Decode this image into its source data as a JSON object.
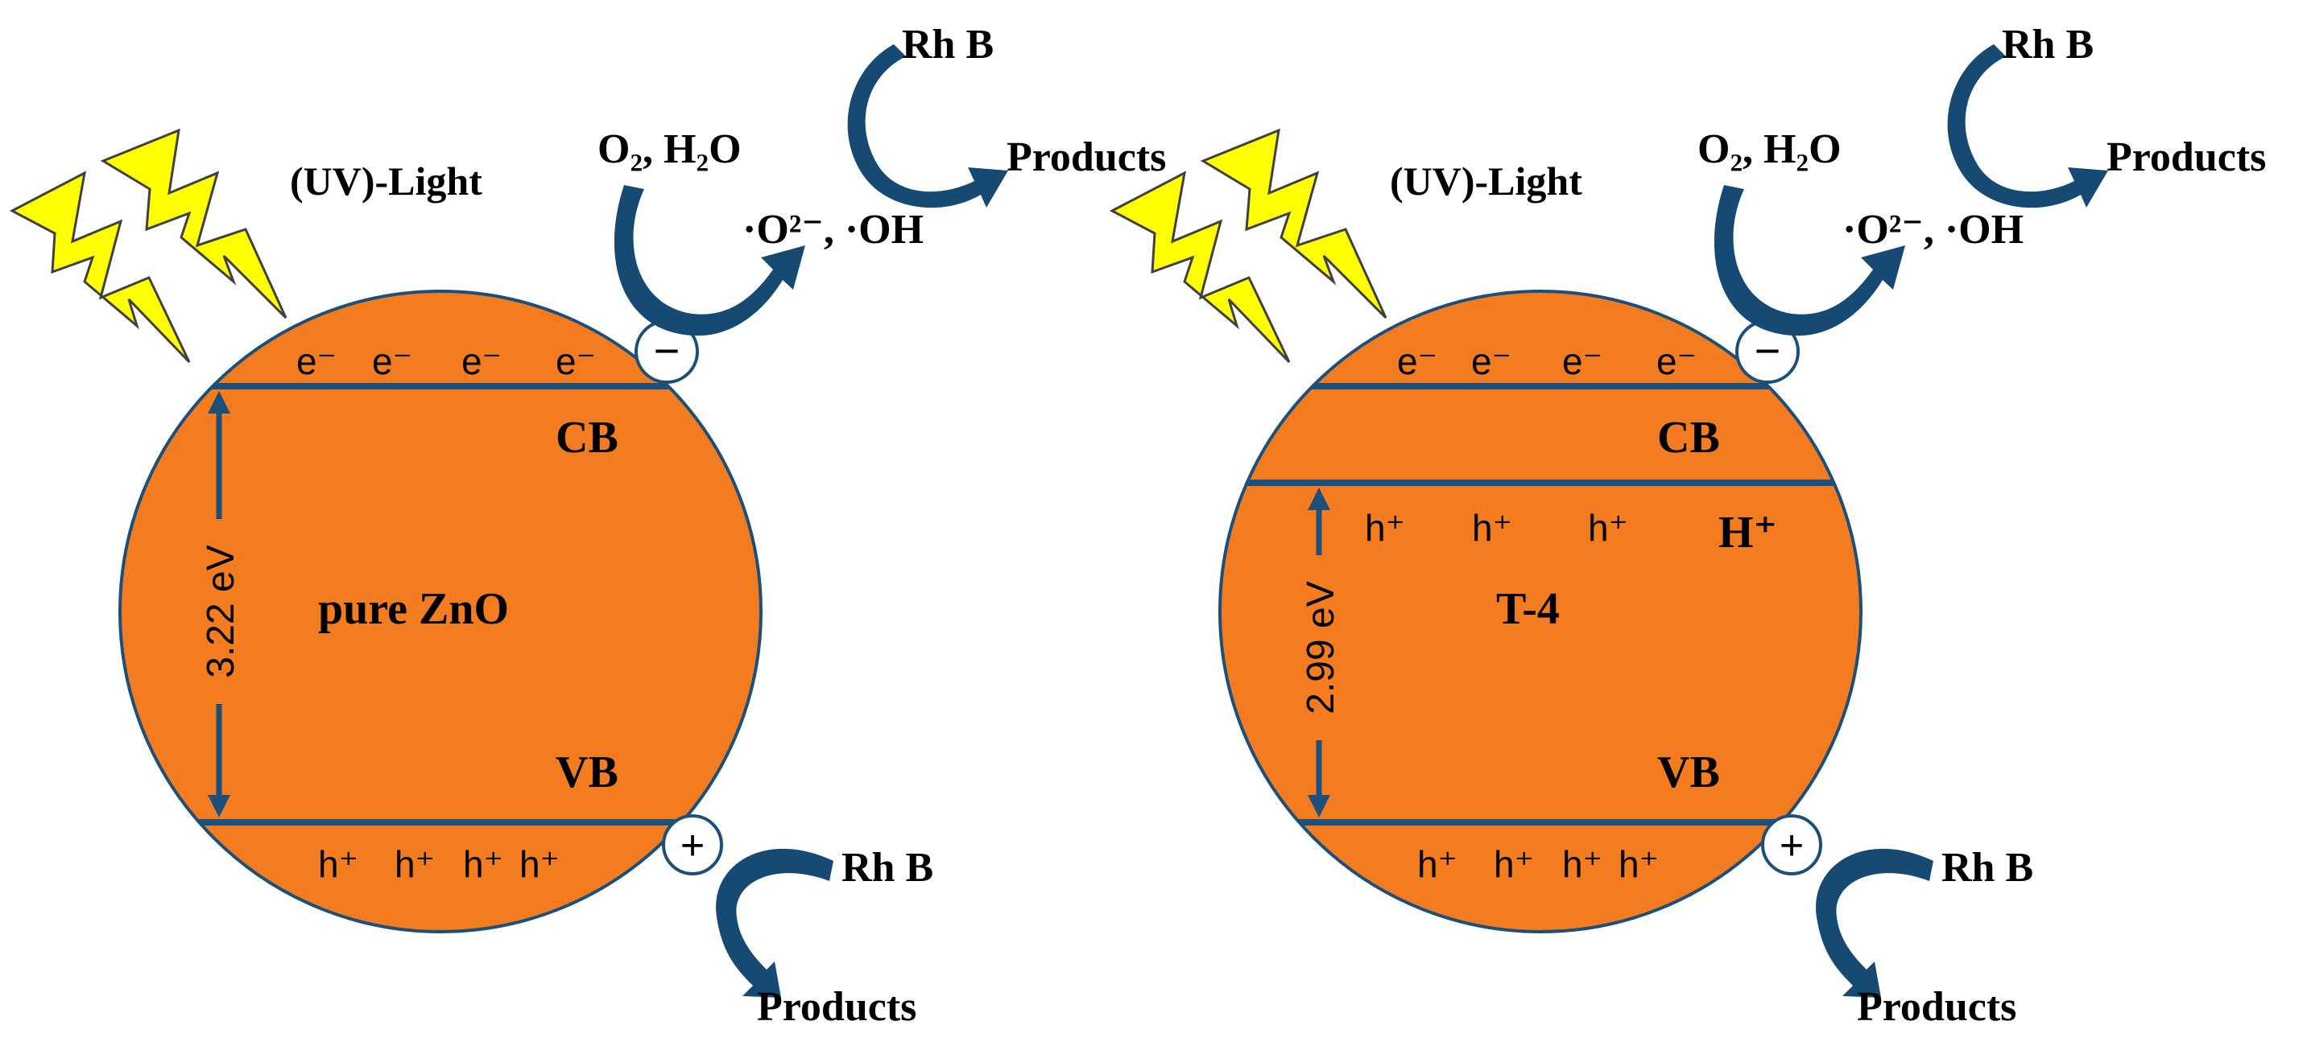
{
  "colors": {
    "sphere_fill": "#f47c20",
    "outline_blue": "#1c4f7a",
    "arrow_blue": "#174a73",
    "bolt_fill": "#ffff00",
    "bolt_stroke": "#404040"
  },
  "panels": [
    {
      "light_label": "(UV)-Light",
      "electrons": [
        "e⁻",
        "e⁻",
        "e⁻",
        "e⁻"
      ],
      "cb_label": "CB",
      "vb_label": "VB",
      "material_label": "pure ZnO",
      "bandgap_label": "3.22 eV",
      "mid_holes": [],
      "holes": [
        "h⁺",
        "h⁺",
        "h⁺",
        "h⁺"
      ],
      "minus_symbol": "−",
      "plus_symbol": "+",
      "reactants_label": "O₂, H₂O",
      "radicals_label": "·O²⁻, ·OH",
      "top_rhb_label": "Rh B",
      "top_products_label": "Products",
      "bottom_rhb_label": "Rh B",
      "bottom_products_label": "Products"
    },
    {
      "light_label": "(UV)-Light",
      "electrons": [
        "e⁻",
        "e⁻",
        "e⁻",
        "e⁻"
      ],
      "cb_label": "CB",
      "vb_label": "VB",
      "material_label": "T-4",
      "bandgap_label": "2.99 eV",
      "mid_holes": [
        "h⁺",
        "h⁺",
        "h⁺",
        "H⁺"
      ],
      "holes": [
        "h⁺",
        "h⁺",
        "h⁺",
        "h⁺"
      ],
      "minus_symbol": "−",
      "plus_symbol": "+",
      "reactants_label": "O₂, H₂O",
      "radicals_label": "·O²⁻, ·OH",
      "top_rhb_label": "Rh B",
      "top_products_label": "Products",
      "bottom_rhb_label": "Rh B",
      "bottom_products_label": "Products"
    }
  ]
}
